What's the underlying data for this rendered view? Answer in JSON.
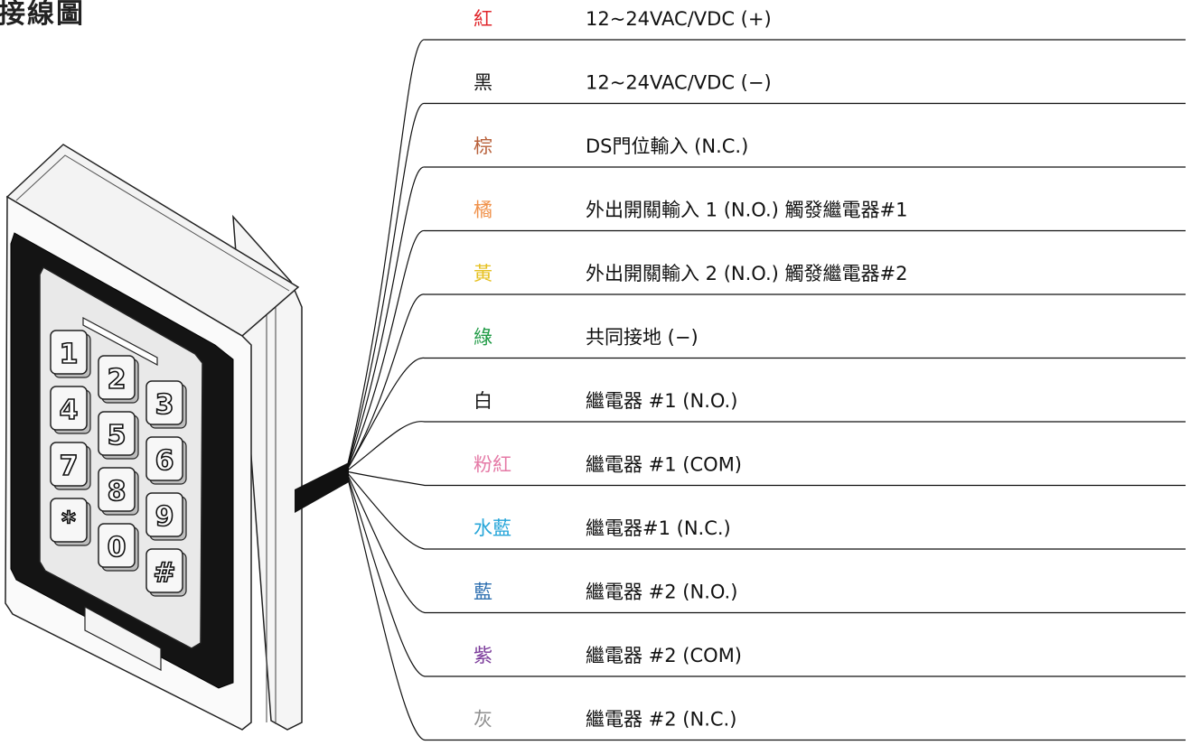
{
  "title": "接線圖",
  "wires": [
    {
      "color_name": "紅",
      "color": "#e0262b",
      "desc": "12~24VAC/VDC (+)"
    },
    {
      "color_name": "黑",
      "color": "#1a1a1a",
      "desc": "12~24VAC/VDC (−)"
    },
    {
      "color_name": "棕",
      "color": "#b8603a",
      "desc": "DS門位輸入 (N.C.)"
    },
    {
      "color_name": "橘",
      "color": "#f0914a",
      "desc": "外出開關輸入 1 (N.O.) 觸發繼電器#1"
    },
    {
      "color_name": "黃",
      "color": "#e6c020",
      "desc": "外出開關輸入 2 (N.O.) 觸發繼電器#2"
    },
    {
      "color_name": "綠",
      "color": "#1f9a45",
      "desc": "共同接地 (−)"
    },
    {
      "color_name": "白",
      "color": "#1a1a1a",
      "desc": "繼電器 #1 (N.O.)"
    },
    {
      "color_name": "粉紅",
      "color": "#e57aa6",
      "desc": "繼電器 #1 (COM)"
    },
    {
      "color_name": "水藍",
      "color": "#27a6d9",
      "desc": "繼電器#1 (N.C.)"
    },
    {
      "color_name": "藍",
      "color": "#2e6fb0",
      "desc": "繼電器 #2 (N.O.)"
    },
    {
      "color_name": "紫",
      "color": "#7b3b9a",
      "desc": "繼電器 #2 (COM)"
    },
    {
      "color_name": "灰",
      "color": "#8f8f8f",
      "desc": "繼電器 #2 (N.C.)"
    }
  ],
  "keypad": {
    "keys": [
      "1",
      "2",
      "3",
      "4",
      "5",
      "6",
      "7",
      "8",
      "9",
      "*",
      "0",
      "#"
    ]
  }
}
